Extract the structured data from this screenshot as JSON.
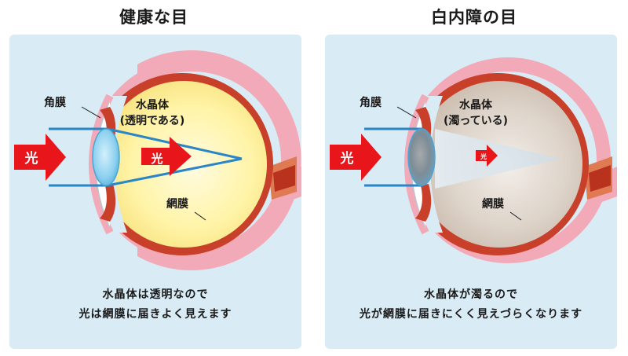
{
  "healthy": {
    "title": "健康な目",
    "light_arrow": "光",
    "inner_light": "光",
    "cornea": "角膜",
    "lens_line1": "水晶体",
    "lens_line2": "(透明である)",
    "retina": "網膜",
    "caption_line1": "水晶体は透明なので",
    "caption_line2": "光は網膜に届きよく見えます"
  },
  "cataract": {
    "title": "白内障の目",
    "light_arrow": "光",
    "inner_light": "光",
    "cornea": "角膜",
    "lens_line1": "水晶体",
    "lens_line2": "(濁っている)",
    "retina": "網膜",
    "caption_line1": "水晶体が濁るので",
    "caption_line2": "光が網膜に届きにくく見えづらくなります"
  },
  "colors": {
    "panel_bg": "#d9ebf5",
    "sclera_pink": "#f2aab8",
    "choroid_red": "#c8402a",
    "arrow_red": "#e8151a",
    "ray_blue": "#2a86c4",
    "healthy_inner": "#fff6b0",
    "cataract_inner": "#dcd2c8"
  },
  "icons": [
    "light-arrow-icon",
    "eye-cross-section-icon",
    "optic-nerve-icon"
  ]
}
